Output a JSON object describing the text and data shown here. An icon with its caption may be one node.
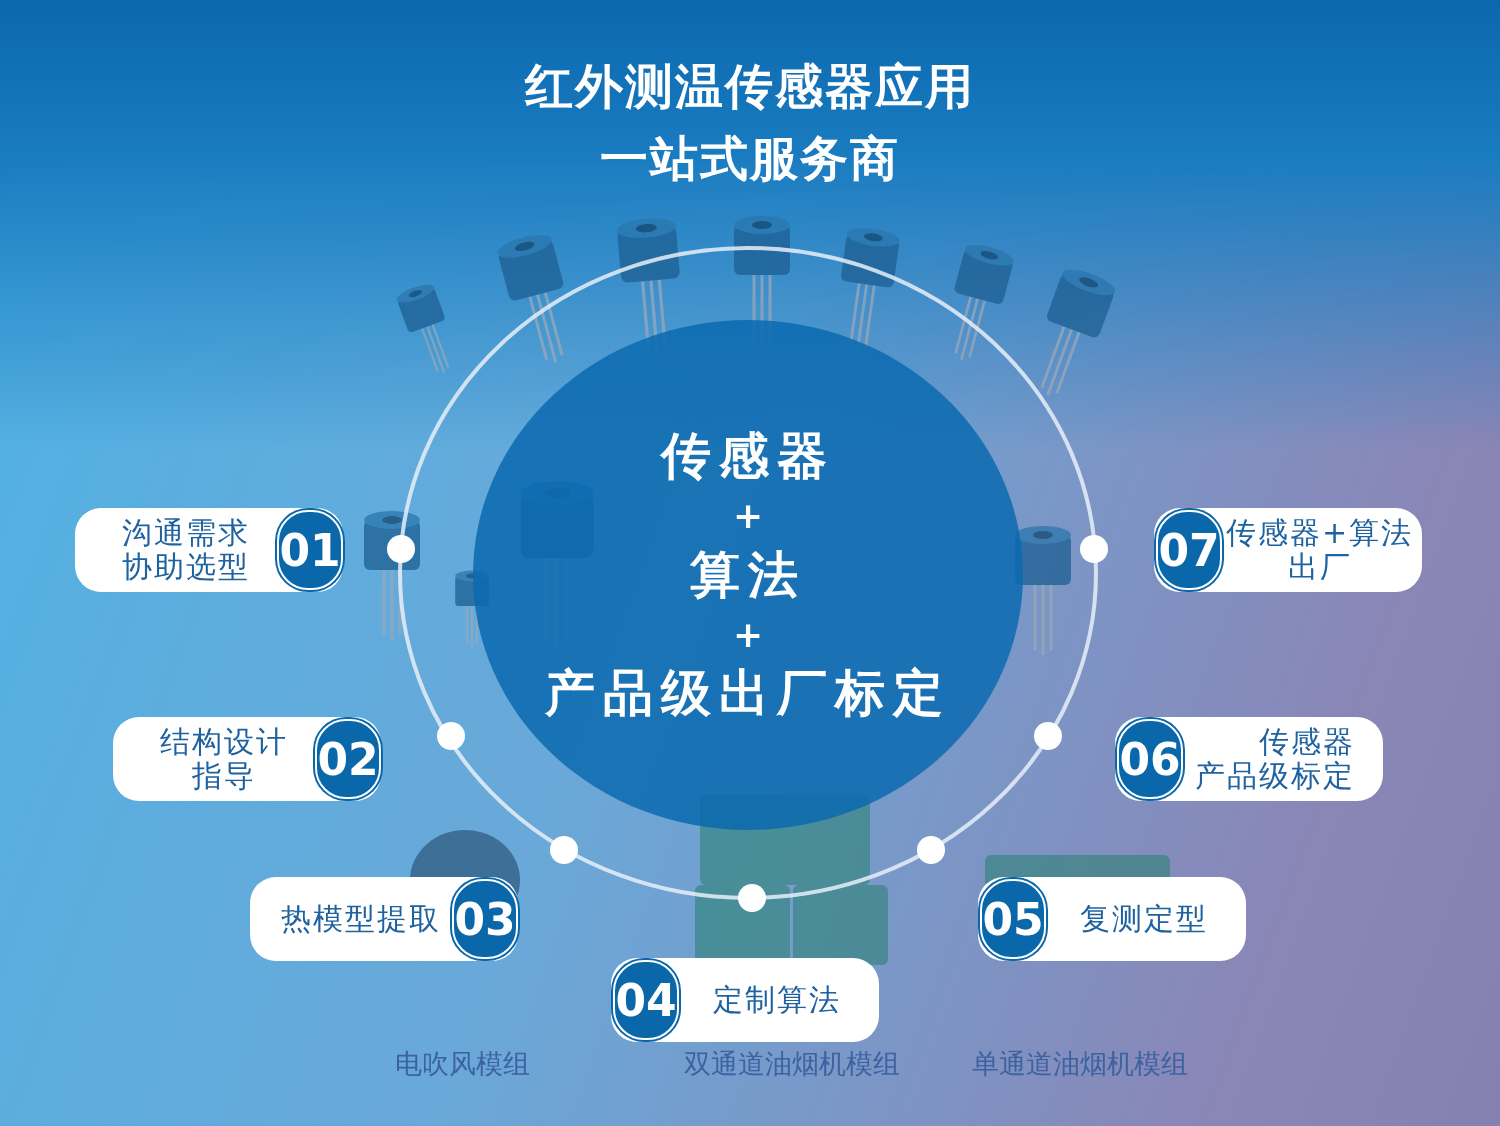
{
  "diagram": {
    "title": "红外测温传感器应用一站式服务商",
    "nodes": [
      {
        "text": [
          "传感器",
          "+",
          "算法",
          "+",
          "产品级出厂标定"
        ]
      },
      {
        "text": [
          "沟通需求协助选型",
          "01"
        ]
      },
      {
        "text": [
          "结构设计指导",
          "02"
        ]
      },
      {
        "text": [
          "热模型提取",
          "03"
        ]
      },
      {
        "text": [
          "04",
          "定制算法"
        ]
      },
      {
        "text": [
          "05",
          "复测定型"
        ]
      },
      {
        "text": [
          "06",
          "传感器产品级标定"
        ]
      },
      {
        "text": [
          "07",
          "传感器+算法出厂"
        ]
      }
    ],
    "labels": [
      "电吹风模组",
      "双通道油烟机模组",
      "单通道油烟机模组"
    ]
  }
}
